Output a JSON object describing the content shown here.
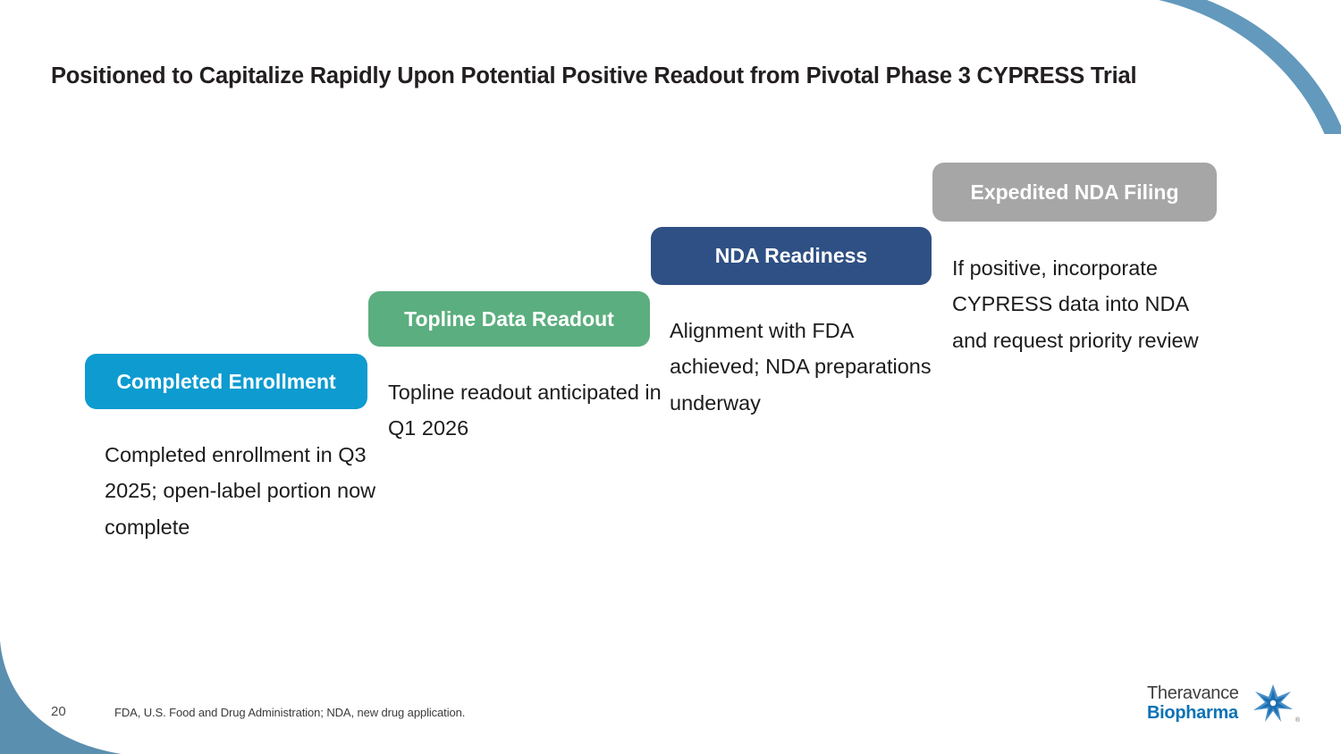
{
  "slide": {
    "title": "Positioned to Capitalize Rapidly Upon Potential Positive Readout from Pivotal Phase 3 CYPRESS Trial",
    "page_number": "20",
    "footnote": "FDA, U.S. Food and Drug Administration; NDA, new drug application."
  },
  "steps": [
    {
      "label": "Completed Enrollment",
      "body": "Completed enrollment in Q3 2025; open-label portion now complete",
      "color": "#0D9BD0"
    },
    {
      "label": "Topline Data Readout",
      "body": "Topline readout anticipated in Q1 2026",
      "color": "#5BAE7F"
    },
    {
      "label": "NDA Readiness",
      "body": "Alignment with FDA achieved; NDA preparations underway",
      "color": "#2F5084"
    },
    {
      "label": "Expedited NDA Filing",
      "body": "If positive, incorporate CYPRESS data into NDA and request priority review",
      "color": "#A6A6A6"
    }
  ],
  "logo": {
    "line1": "Theravance",
    "line2": "Biopharma",
    "registered_mark": "®"
  },
  "decor": {
    "arc_color": "#5B93B8",
    "corner_color": "#5B8FB0"
  }
}
